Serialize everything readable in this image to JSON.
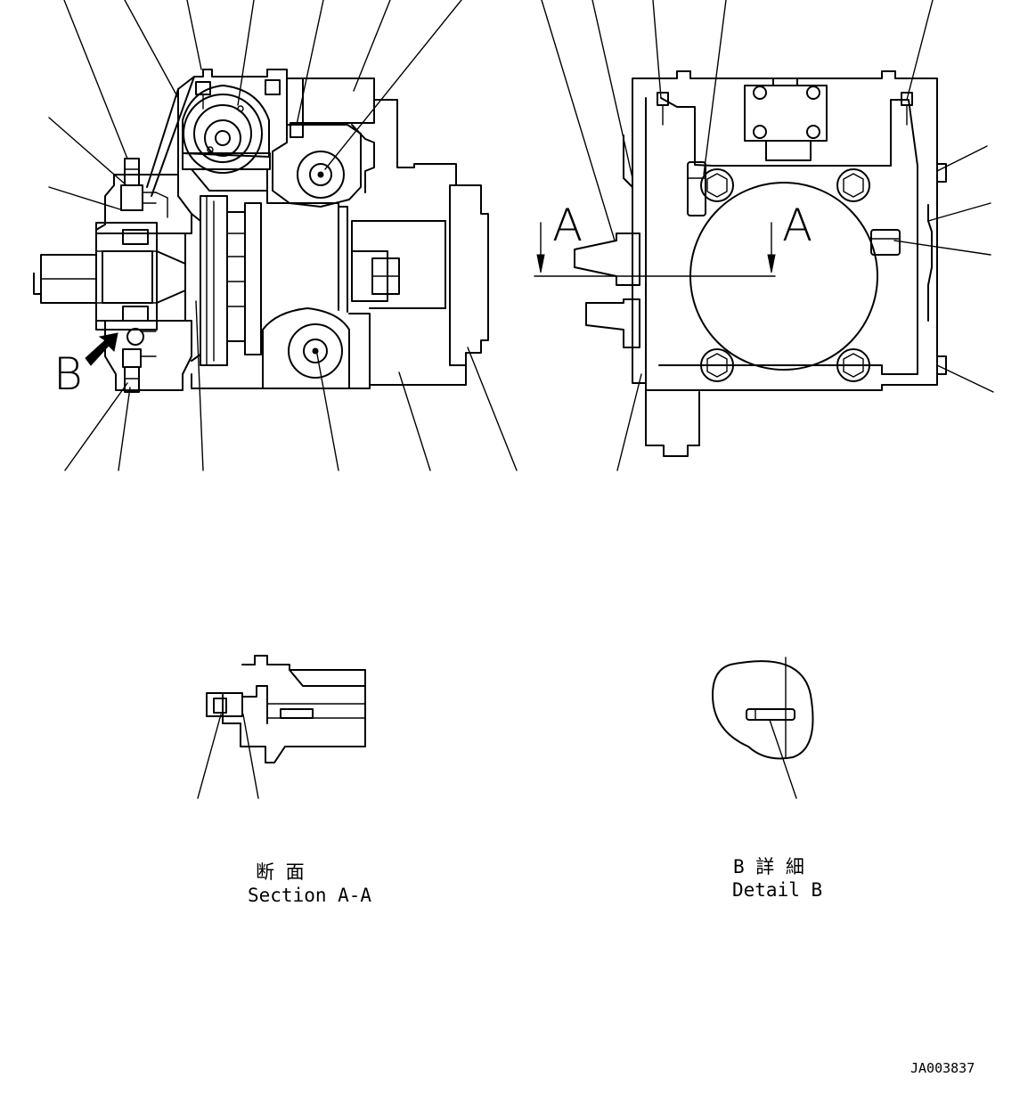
{
  "view_labels": {
    "section_marker": "A",
    "detail_marker": "B"
  },
  "captions": {
    "section_jp": "断 面",
    "section_en": "Section A-A",
    "detail_jp": "B 詳 細",
    "detail_en": "Detail B"
  },
  "drawing_number": "JA003837"
}
